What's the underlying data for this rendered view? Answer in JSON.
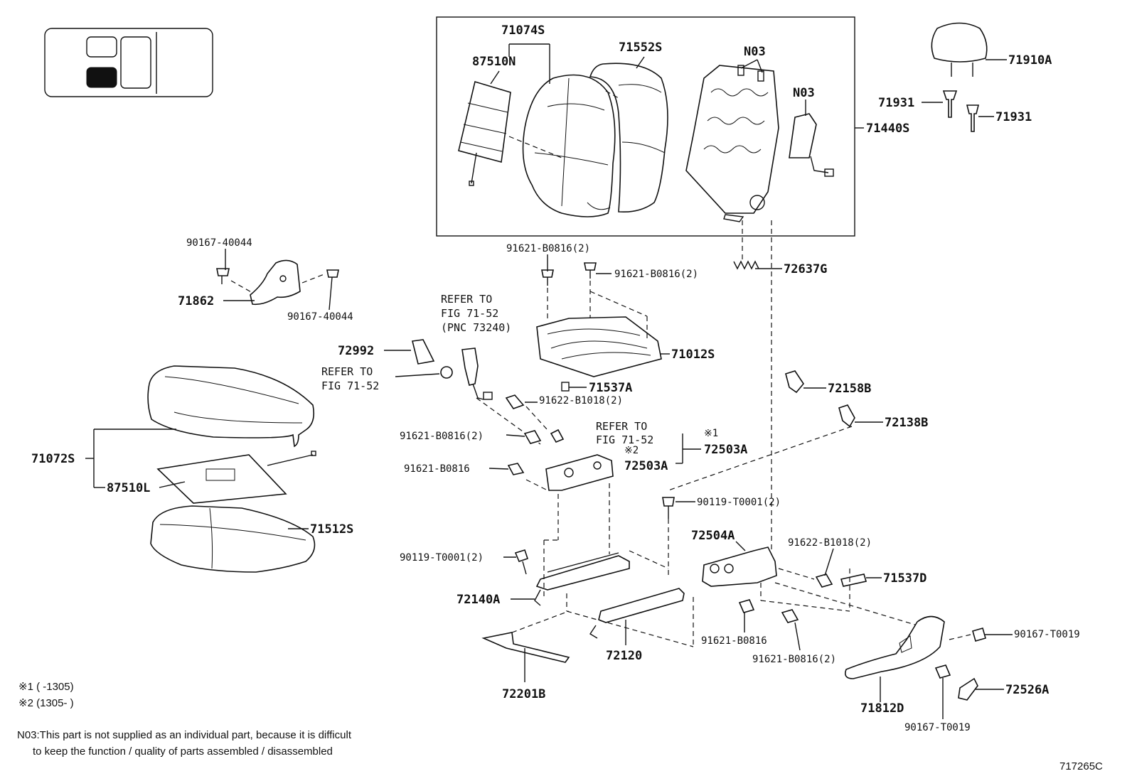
{
  "diagram": {
    "labels": {
      "p71074S": "71074S",
      "p87510N": "87510N",
      "p71552S": "71552S",
      "pN03a": "N03",
      "pN03b": "N03",
      "p71440S": "71440S",
      "p71910A": "71910A",
      "p71931a": "71931",
      "p71931b": "71931",
      "p90167_40044a": "90167-40044",
      "p71862": "71862",
      "p90167_40044b": "90167-40044",
      "p91621_B0816_2a": "91621-B0816(2)",
      "p91621_B0816_2b": "91621-B0816(2)",
      "p72637G": "72637G",
      "p72992": "72992",
      "p71012S": "71012S",
      "p71537A": "71537A",
      "p91622_B1018_2a": "91622-B1018(2)",
      "p72158B": "72158B",
      "p72138B": "72138B",
      "p91621_B0816_2c": "91621-B0816(2)",
      "p72503A_1": "72503A",
      "p72503A_2": "72503A",
      "p91621_B0816a": "91621-B0816",
      "p71072S": "71072S",
      "p87510L": "87510L",
      "p71512S": "71512S",
      "p90119_T0001_2a": "90119-T0001(2)",
      "p72504A": "72504A",
      "p91622_B1018_2b": "91622-B1018(2)",
      "p90119_T0001_2b": "90119-T0001(2)",
      "p71537D": "71537D",
      "p72140A": "72140A",
      "p72120": "72120",
      "p91621_B0816b": "91621-B0816",
      "p91621_B0816_2d": "91621-B0816(2)",
      "p90167_T0019a": "90167-T0019",
      "p72526A": "72526A",
      "p72201B": "72201B",
      "p71812D": "71812D",
      "p90167_T0019b": "90167-T0019",
      "mark1": "※1",
      "mark2": "※2"
    },
    "refer_blocks": {
      "ref_a_l1": "REFER TO",
      "ref_a_l2": "FIG 71-52",
      "ref_a_l3": "(PNC 73240)",
      "ref_b_l1": "REFER TO",
      "ref_b_l2": "FIG 71-52",
      "ref_c_l1": "REFER TO",
      "ref_c_l2": "FIG 71-52"
    },
    "footnotes": {
      "fn1": "※1 (       -1305)",
      "fn2": "※2 (1305-        )",
      "n03_note_l1": "N03:This part is not supplied as an individual part, because it is difficult",
      "n03_note_l2": "to keep the function / quality of parts assembled / disassembled"
    },
    "figure_code": "717265C"
  }
}
